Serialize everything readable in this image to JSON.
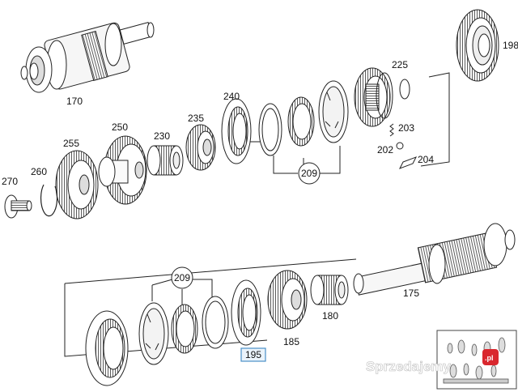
{
  "diagram": {
    "labels": {
      "p170": "170",
      "p198": "198",
      "p225": "225",
      "p240": "240",
      "p235": "235",
      "p230": "230",
      "p250": "250",
      "p255": "255",
      "p203": "203",
      "p202": "202",
      "p204": "204",
      "p270": "270",
      "p260": "260",
      "p209a": "209",
      "p209b": "209",
      "p175": "175",
      "p180": "180",
      "p185": "185",
      "p195": "195"
    },
    "highlight_color": "#4a90c8",
    "line_color": "#222222"
  },
  "watermark": {
    "text": "Sprzedajemy",
    "badge": ".pl",
    "badge_color": "#d9272e"
  }
}
